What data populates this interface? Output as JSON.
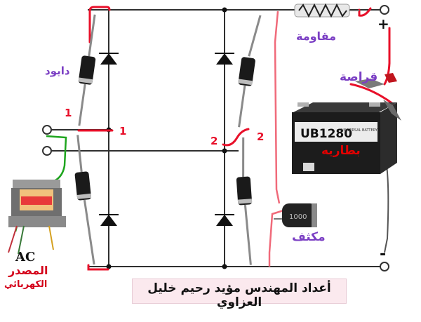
{
  "labels": {
    "diode": "دايود",
    "resistor": "مقاومة",
    "clamp": "قراصة",
    "battery": "بطاريه",
    "capacitor": "مكثف",
    "source_ac": "AC",
    "source_line1": "المصدر",
    "source_line2": "الكهربائي",
    "plus": "+",
    "minus": "-",
    "node1_left": "1",
    "node1_right": "1",
    "node2_left": "2",
    "node2_right": "2",
    "credit": "أعداد المهندس مؤيد رحيم خليل العزاوي"
  },
  "battery": {
    "model": "UB1280",
    "subtitle": "UNIVERSAL BATTERY"
  },
  "capacitor": {
    "marking": "1000"
  },
  "colors": {
    "wire": "#2f2f2f",
    "highlight_wire": "#e8102a",
    "pink_wire": "#f06a7a",
    "green_wire": "#1ea51e",
    "label_purple": "#7b3fc4",
    "battery_label": "#e00000",
    "source_label": "#d4001a"
  }
}
